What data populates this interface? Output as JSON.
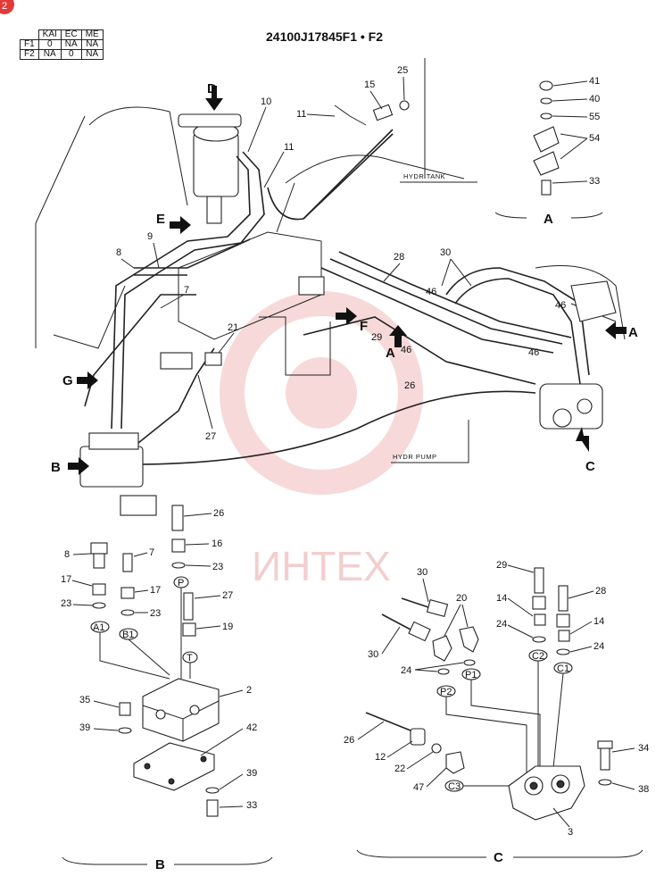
{
  "badge": "2",
  "title": "24100J17845F1 • F2",
  "table": {
    "header": [
      "",
      "KAI",
      "EC",
      "ME"
    ],
    "rows": [
      [
        "F1",
        "0",
        "NA",
        "NA"
      ],
      [
        "F2",
        "NA",
        "0",
        "NA"
      ]
    ]
  },
  "watermark": "ИНТЕХ",
  "notes": {
    "tank": "HYDR TANK",
    "pump": "HYDR PUMP"
  },
  "views": {
    "a": "A",
    "b": "B",
    "c": "C",
    "d": "D",
    "e": "E",
    "f": "F",
    "g": "G"
  },
  "ports": {
    "a1": "A1",
    "b1": "B1",
    "p": "P",
    "t": "T",
    "p1": "P1",
    "p2": "P2",
    "c1": "C1",
    "c2": "C2",
    "c3": "C3"
  },
  "callouts": {
    "n41": "41",
    "n40": "40",
    "n55": "55",
    "n54": "54",
    "n33": "33",
    "n25": "25",
    "n15": "15",
    "n11": "11",
    "n10": "10",
    "n9": "9",
    "n8": "8",
    "n7": "7",
    "n21": "21",
    "n27": "27",
    "n26": "26",
    "n28": "28",
    "n30": "30",
    "n46": "46",
    "n29": "29",
    "n16": "16",
    "n23": "23",
    "n17": "17",
    "n19": "19",
    "n2": "2",
    "n35": "35",
    "n39": "39",
    "n42": "42",
    "n14": "14",
    "n24": "24",
    "n20": "20",
    "n12": "12",
    "n22": "22",
    "n47": "47",
    "n34": "34",
    "n38": "38",
    "n3": "3"
  }
}
